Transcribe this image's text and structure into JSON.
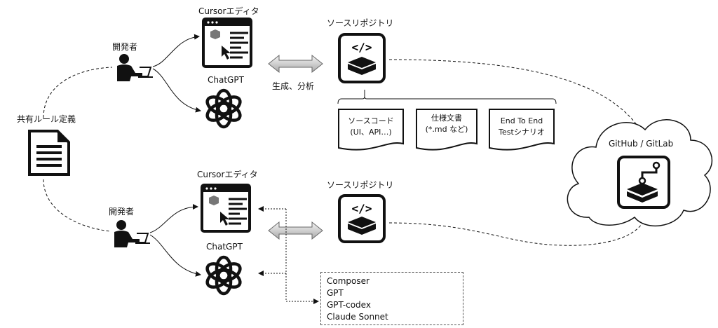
{
  "shared_rules": {
    "label": "共有ルール定義"
  },
  "top": {
    "developer": "開発者",
    "editor": "Cursorエディタ",
    "ai": "ChatGPT",
    "arrow_label": "生成、分析",
    "repo": "ソースリポジトリ",
    "artifacts": [
      {
        "line1": "ソースコード",
        "line2": "(UI、API…)"
      },
      {
        "line1": "仕様文書",
        "line2": "(*.md など)"
      },
      {
        "line1": "End To End",
        "line2": "Testシナリオ"
      }
    ]
  },
  "bottom": {
    "developer": "開発者",
    "editor": "Cursorエディタ",
    "ai": "ChatGPT",
    "repo": "ソースリポジトリ",
    "models": [
      "Composer",
      "GPT",
      "GPT-codex",
      "Claude Sonnet"
    ]
  },
  "remote": {
    "label": "GitHub / GitLab"
  }
}
